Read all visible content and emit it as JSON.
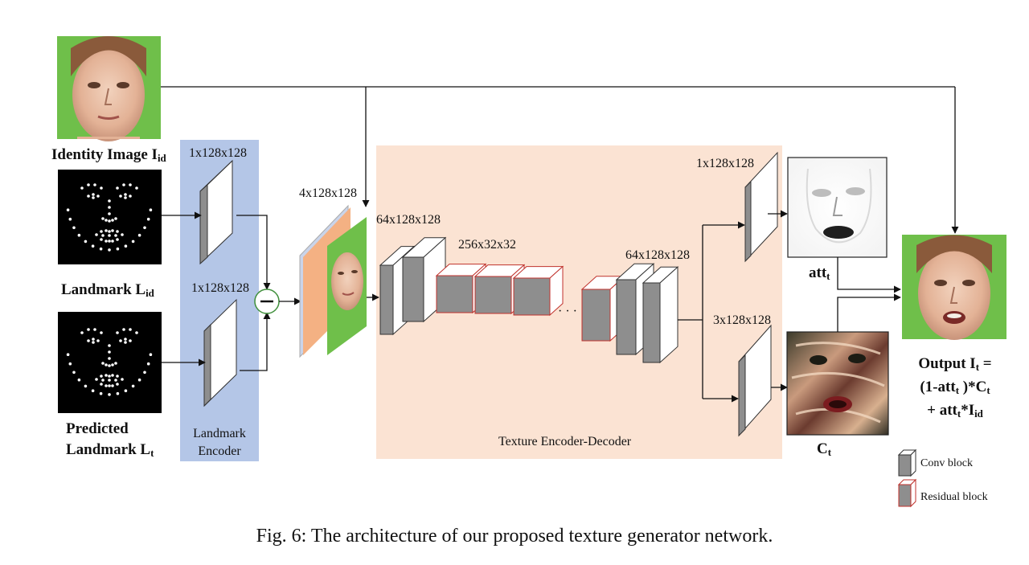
{
  "identity_image_label": "Identity Image I",
  "identity_image_sub": "id",
  "landmark_id_label": "Landmark L",
  "landmark_id_sub": "id",
  "predicted_landmark_label_line1": "Predicted",
  "predicted_landmark_label_line2": "Landmark L",
  "predicted_landmark_sub": "t",
  "landmark_encoder": {
    "line1": "Landmark",
    "line2": "Encoder"
  },
  "texture_encoder_decoder": "Texture Encoder-Decoder",
  "dims": {
    "enc_top": "1x128x128",
    "enc_bottom": "1x128x128",
    "concat": "4x128x128",
    "conv_first": "64x128x128",
    "residual": "256x32x32",
    "conv_last": "64x128x128",
    "att_head": "1x128x128",
    "color_head": "3x128x128"
  },
  "ellipsis": "· · ·",
  "att_label": "att",
  "att_sub": "t",
  "color_label": "C",
  "color_sub": "t",
  "output": {
    "line1": "Output I",
    "line1_sub": "t",
    "line1_tail": " =",
    "line2_a": "(1-att",
    "line2_sub1": "t",
    "line2_b": " )*C",
    "line2_sub2": "t",
    "line3_a": "+ att",
    "line3_sub1": "t",
    "line3_b": "*I",
    "line3_sub2": "id"
  },
  "legend": {
    "conv": "Conv block",
    "residual": "Residual block"
  },
  "caption": "Fig. 6: The architecture of our proposed texture generator network.",
  "colors": {
    "encoder_bg": "#b4c6e7",
    "texture_bg": "#fbe3d3",
    "block_side": "#8e8e8e",
    "residual_edge": "#c0322c",
    "green_screen": "#6fbf4a",
    "skin": "#e9c0a7",
    "concat_orange": "#f4b183"
  }
}
